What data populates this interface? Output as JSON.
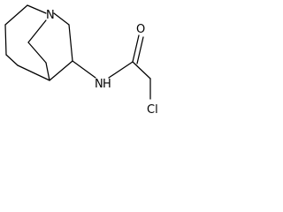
{
  "molecule": {
    "atoms": {
      "n_ring": "N",
      "n_amide": "N",
      "h_amide": "H",
      "o_carbonyl": "O",
      "cl": "Cl"
    },
    "colors": {
      "bond": "#000000",
      "label": "#000000",
      "background": "#ffffff"
    }
  }
}
